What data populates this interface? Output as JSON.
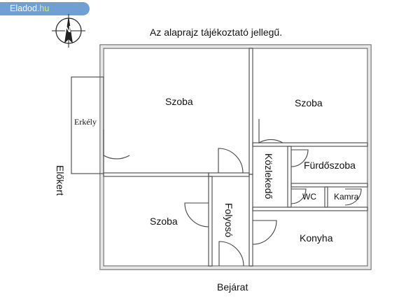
{
  "brand": {
    "name": "Eladod",
    "tld": ".hu"
  },
  "note": "Az alaprajz tájékoztató jellegű.",
  "compass": {
    "letter": "N",
    "icon": "north-arrow-icon"
  },
  "rooms": {
    "szoba_1": "Szoba",
    "szoba_2": "Szoba",
    "szoba_3": "Szoba",
    "erkely": "Erkély",
    "kozlekedo": "Közlekedő",
    "furdoszoba": "Fürdőszoba",
    "wc": "WC",
    "kamra": "Kamra",
    "folyoso": "Folyosó",
    "konyha": "Konyha"
  },
  "labels": {
    "elokert": "Előkert",
    "bejarat": "Bejárat"
  },
  "colors": {
    "brand_bg": "#6f9fd3",
    "brand_tld": "#d9f06b",
    "wall": "#555555",
    "wall_fill": "#d9d9d9"
  }
}
